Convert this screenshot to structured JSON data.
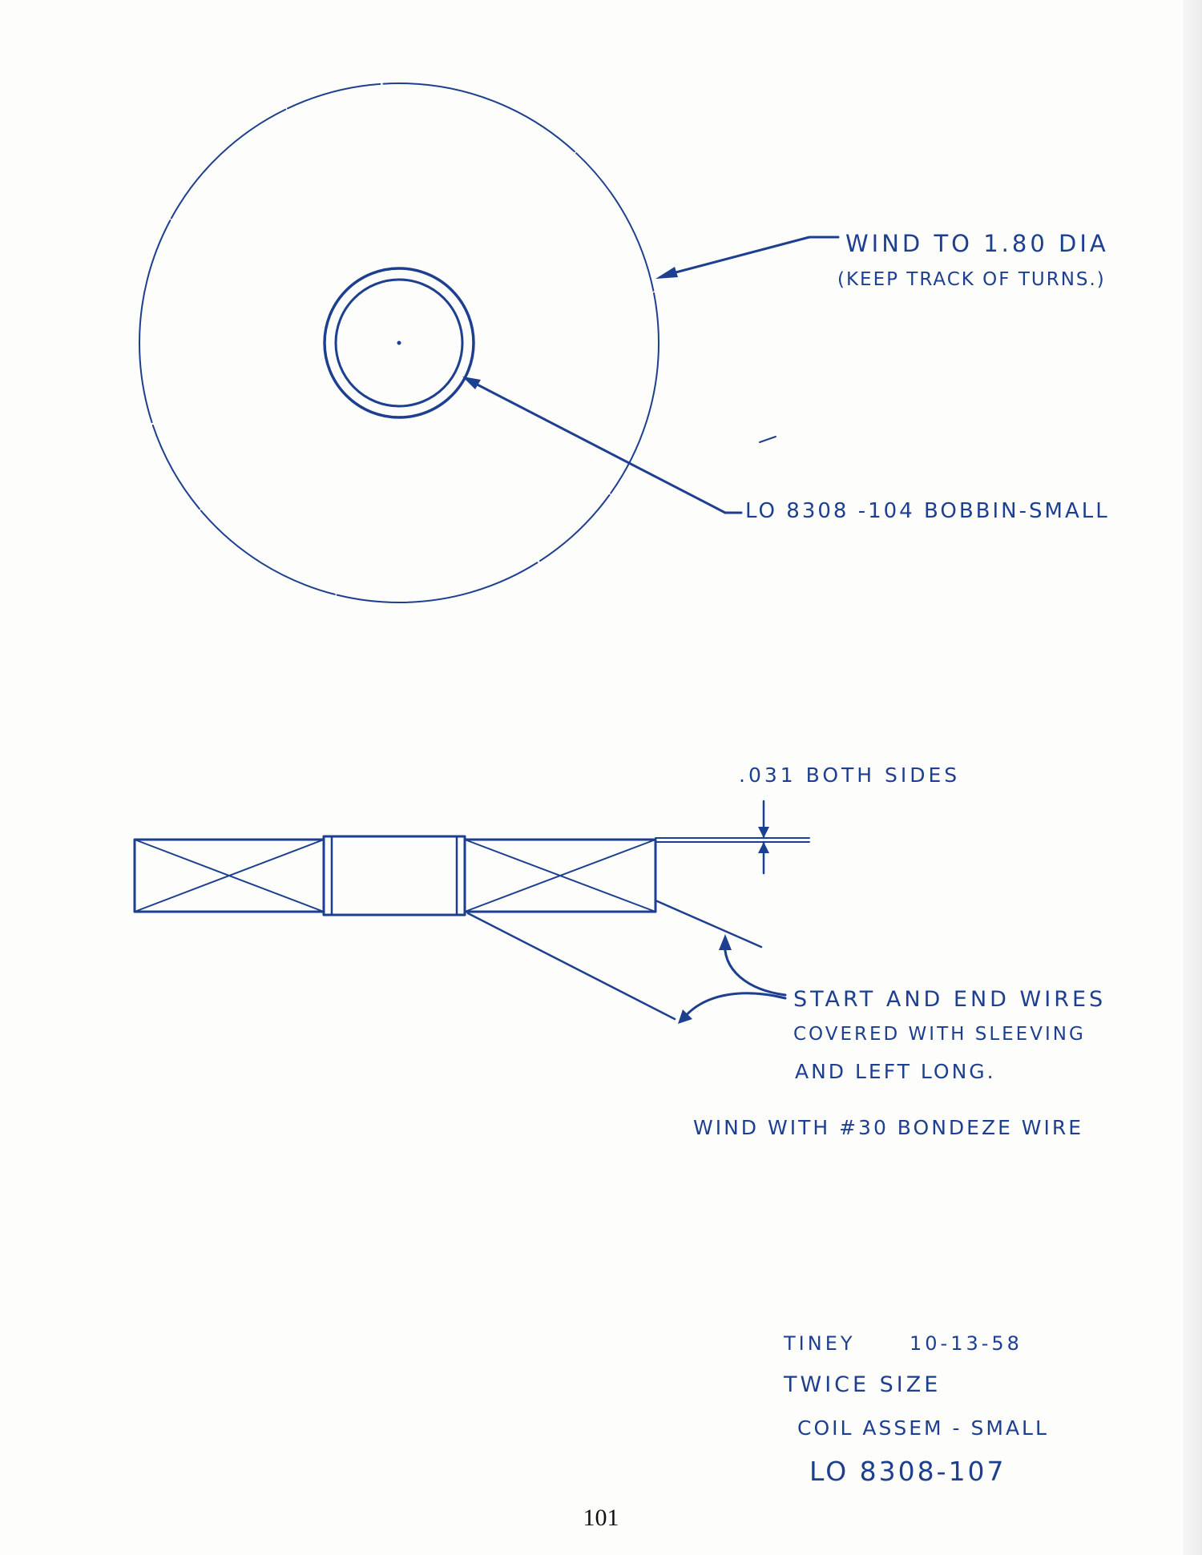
{
  "colors": {
    "ink": "#1d3f8f",
    "paper": "#fdfdfc",
    "page_text": "#111111"
  },
  "top_view": {
    "wind_note_line1": "WIND TO 1.80 DIA",
    "wind_note_line2": "(KEEP TRACK OF TURNS.)",
    "bobbin_label": "LO 8308 -104  BOBBIN-SMALL"
  },
  "side_view": {
    "clearance_label": ".031 BOTH SIDES",
    "wires_note_line1": "START AND END WIRES",
    "wires_note_line2": "COVERED WITH SLEEVING",
    "wires_note_line3": "AND LEFT LONG.",
    "wire_spec": "WIND WITH #30 BONDEZE WIRE"
  },
  "title_block": {
    "drawn_by": "TINEY",
    "date": "10-13-58",
    "scale": "TWICE SIZE",
    "title": "COIL ASSEM - SMALL",
    "part_number": "LO 8308-107"
  },
  "page_number": "101"
}
